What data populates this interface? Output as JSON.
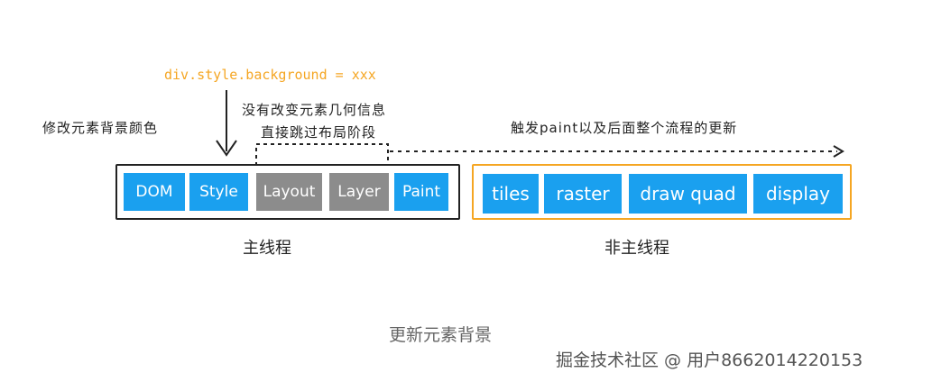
{
  "annotations": {
    "code": "div.style.background = xxx",
    "modify_bg": "修改元素背景颜色",
    "no_geometry_line1": "没有改变元素几何信息",
    "no_geometry_line2": "直接跳过布局阶段",
    "trigger_paint": "触发paint以及后面整个流程的更新"
  },
  "main_thread": {
    "label": "主线程",
    "stages": [
      "DOM",
      "Style",
      "Layout",
      "Layer",
      "Paint"
    ]
  },
  "non_main_thread": {
    "label": "非主线程",
    "stages": [
      "tiles",
      "raster",
      "draw quad",
      "display"
    ]
  },
  "caption": "更新元素背景",
  "watermark": "掘金技术社区 @ 用户8662014220153",
  "colors": {
    "active_stage": "#1aa0ef",
    "skipped_stage": "#8c8c8c",
    "code": "#f5a623",
    "non_main_border": "#f5a623",
    "main_border": "#222222"
  }
}
